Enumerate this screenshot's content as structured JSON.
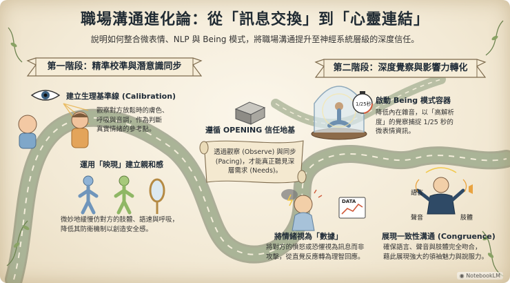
{
  "title": "職場溝通進化論：從「訊息交換」到「心靈連結」",
  "subtitle": "說明如何整合微表情、NLP 與 Being 模式，將職場溝通提升至神經系統層級的深度信任。",
  "stage1": {
    "label": "第一階段：精準校準與潛意識同步"
  },
  "stage2": {
    "label": "第二階段：深度覺察與影響力轉化"
  },
  "calibration": {
    "title": "建立生理基準線 (Calibration)",
    "body": [
      "觀察對方放鬆時的膚色、",
      "呼吸與音調，作為判斷",
      "真實情緒的參考點。"
    ]
  },
  "mirroring": {
    "title": "運用「映現」建立親和感",
    "body": [
      "微妙地緩慢仿對方的肢體、語速與呼吸，",
      "降低其防衛機制以創造安全感。"
    ]
  },
  "foundation": {
    "title": "遵循 OPENING 信任地基",
    "body": [
      "透過觀察 (Observe) 與同步",
      "(Pacing)，才能真正聽見深",
      "層需求 (Needs)。"
    ]
  },
  "being": {
    "title": "啟動 Being 模式容器",
    "body": [
      "降低內在雜音，以「高解析",
      "度」的覺察捕捉 1/25 秒的",
      "微表情資訊。"
    ],
    "timer_label": "1/25秒"
  },
  "data": {
    "title": "將情緒視為「數據」",
    "body": [
      "將對方的憤怒或恐懼視為訊息而非",
      "攻擊，從直覺反應轉為理智回應。"
    ],
    "chart_label": "DATA"
  },
  "congruence": {
    "title": "展現一致性溝通 (Congruence)",
    "body": [
      "確保語言、聲音與肢體完全吻合，",
      "藉此展現強大的領袖魅力與說服力。"
    ],
    "labels": {
      "language": "語言",
      "voice": "聲音",
      "body": "肢體"
    }
  },
  "credit": "◉ NotebookLM",
  "colors": {
    "road": "#9aa58a",
    "road_edge": "#6f7a60",
    "ribbon": "#f6edd8",
    "accent_blue": "#7fa7c9"
  }
}
